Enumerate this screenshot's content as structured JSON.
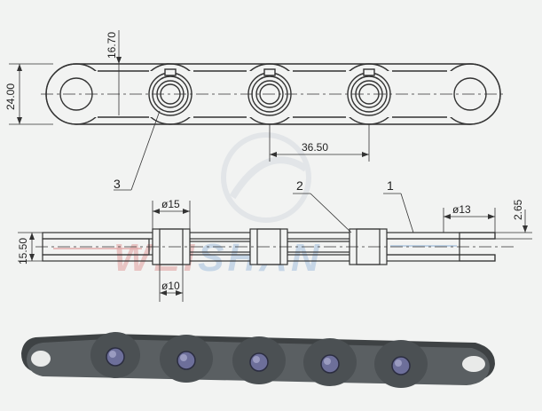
{
  "watermark": {
    "text": "WEISHAN",
    "color_left": "#e3a5a5",
    "color_right": "#a9c3df"
  },
  "dimensions": {
    "pitch": "36.50",
    "height": "24.00",
    "half_height": "16.70",
    "width_overall": "15.50",
    "plate_thickness": "2.65",
    "bushing_diameter": "ø15",
    "pin_diameter": "ø10",
    "hole_diameter": "ø13"
  },
  "callouts": [
    "1",
    "2",
    "3"
  ],
  "colors": {
    "line": "#333333",
    "plate_fill": "#f2f3f2",
    "render_body": "#565b5e",
    "render_pin": "#6d6f9a"
  }
}
